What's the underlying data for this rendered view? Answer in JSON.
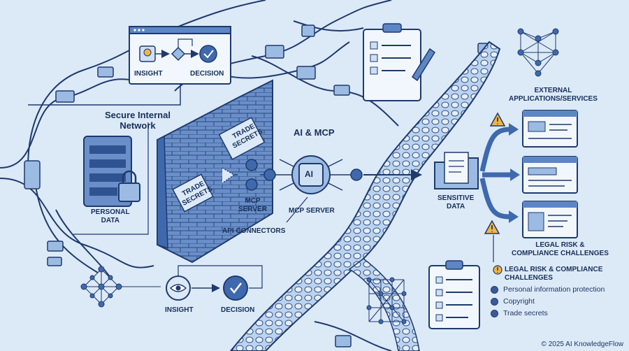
{
  "labels": {
    "insight_top": "INSIGHT",
    "decision_top": "DECISION",
    "secure_network": "Secure Internal\nNetwork",
    "personal_data": "PERSONAL\nDATA",
    "trade_secrets_1": "TRADE\nSECRETS",
    "trade_secrets_2": "TRADE\nSECRETS",
    "ai_mcp": "AI & MCP",
    "ai_chip": "AI",
    "mcp_server_1": "MCP\nSERVER",
    "mcp_server_2": "MCP SERVER",
    "api_connectors": "API CONNECTORS",
    "insight_bottom": "INSIGHT",
    "decision_bottom": "DECISION",
    "external_apps": "EXTERNAL\nAPPLICATIONS/SERVICES",
    "sensitive_data": "SENSITIVE\nDATA",
    "legal_risk_1": "LEGAL RISK &\nCOMPLIANCE CHALLENGES",
    "legal_risk_2": "LEGAL RISK & COMPLIANCE\nCHALLENGES"
  },
  "legal_items": [
    "Personal information protection",
    "Copyright",
    "Trade secrets"
  ],
  "copyright": "© 2025 AI KnowledgeFlow",
  "colors": {
    "background": "#dce9f7",
    "stroke": "#1e3a6e",
    "fill_light": "#c9dcf2",
    "fill_mid": "#5d86c4",
    "warning": "#f3b446"
  }
}
